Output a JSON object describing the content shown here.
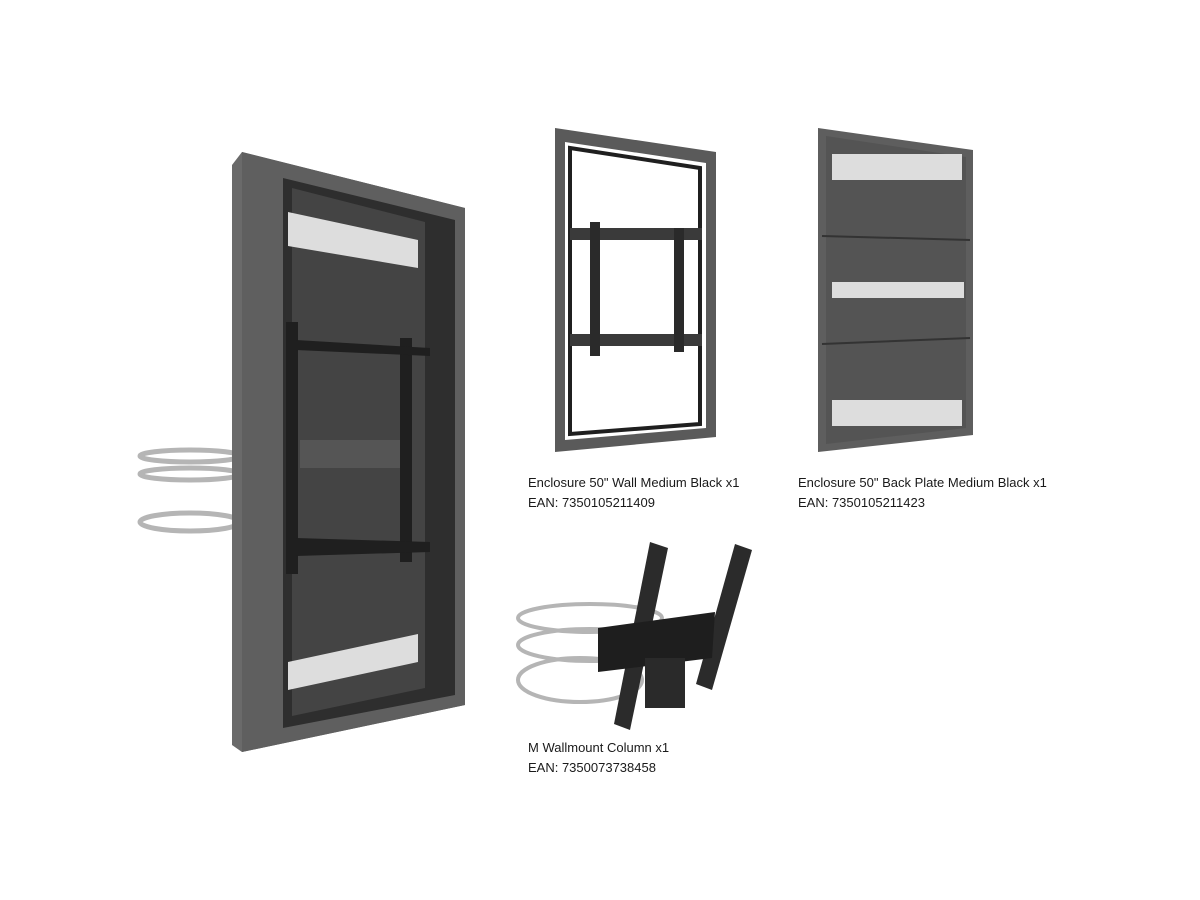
{
  "products": [
    {
      "name": "Enclosure 50\" Wall Medium Black x1",
      "ean": "EAN: 7350105211409"
    },
    {
      "name": "Enclosure 50\" Back Plate Medium Black x1",
      "ean": "EAN: 7350105211423"
    },
    {
      "name": "M Wallmount Column x1",
      "ean": "EAN: 7350073738458"
    }
  ],
  "colors": {
    "frame": "#5f5f5f",
    "inner": "#3c3c3c",
    "bracket": "#2a2a2a",
    "clamp": "#b9b9b9"
  }
}
